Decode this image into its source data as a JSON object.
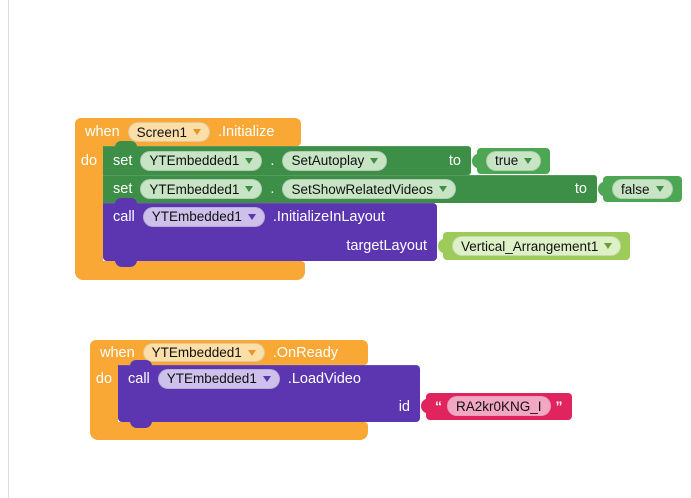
{
  "colors": {
    "workspace_bg": "#ffffff",
    "divider": "#dcdcdc",
    "event_orange": "#f9a836",
    "event_pill": "#fcdea9",
    "setter_green": "#3d8e46",
    "setter_pill": "#c7e4c4",
    "logic_green": "#4da653",
    "method_purple": "#5c35b1",
    "method_pill": "#cdc0ea",
    "component_green": "#9ccb5a",
    "component_pill": "#def0c5",
    "string_pink": "#e0245e",
    "string_pill": "#f2a7c3"
  },
  "stacks": [
    {
      "header": {
        "when": "when",
        "component": "Screen1",
        "event": ".Initialize"
      },
      "do_label": "do",
      "set_rows": [
        {
          "set": "set",
          "component": "YTEmbedded1",
          "dot": ".",
          "property": "SetAutoplay",
          "to": "to",
          "value": "true"
        },
        {
          "set": "set",
          "component": "YTEmbedded1",
          "dot": ".",
          "property": "SetShowRelatedVideos",
          "to": "to",
          "value": "false"
        }
      ],
      "call_row": {
        "call": "call",
        "component": "YTEmbedded1",
        "method": ".InitializeInLayout",
        "param": "targetLayout",
        "arg": "Vertical_Arrangement1"
      }
    },
    {
      "header": {
        "when": "when",
        "component": "YTEmbedded1",
        "event": ".OnReady"
      },
      "do_label": "do",
      "call_row": {
        "call": "call",
        "component": "YTEmbedded1",
        "method": ".LoadVideo",
        "param": "id",
        "open_quote": "“",
        "close_quote": "”",
        "arg": "RA2kr0KNG_I"
      }
    }
  ]
}
